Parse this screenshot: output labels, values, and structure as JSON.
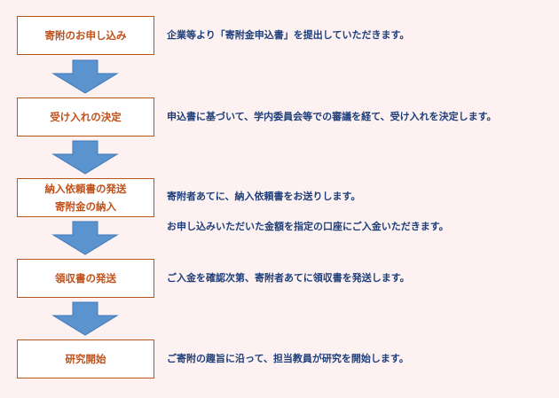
{
  "steps": [
    {
      "title": [
        "寄附のお申し込み"
      ],
      "descriptions": [
        "企業等より「寄附金申込書」を提出していただきます。"
      ]
    },
    {
      "title": [
        "受け入れの決定"
      ],
      "descriptions": [
        "申込書に基づいて、学内委員会等での審議を経て、受け入れを決定します。"
      ]
    },
    {
      "title": [
        "納入依頼書の発送",
        "寄附金の納入"
      ],
      "descriptions": [
        "寄附者あてに、納入依頼書をお送りします。",
        "お申し込みいただいた金額を指定の口座にご入金いただきます。"
      ]
    },
    {
      "title": [
        "領収書の発送"
      ],
      "descriptions": [
        "ご入金を確認次第、寄附者あてに領収書を発送します。"
      ]
    },
    {
      "title": [
        "研究開始"
      ],
      "descriptions": [
        "ご寄附の趣旨に沿って、担当教員が研究を開始します。"
      ]
    }
  ],
  "colors": {
    "background": "#fdf1f1",
    "box_border": "#b5561a",
    "box_text": "#c0501a",
    "description_text": "#1e3f7a",
    "arrow_fill": "#5b93cf",
    "arrow_stroke": "#3f78b8"
  }
}
